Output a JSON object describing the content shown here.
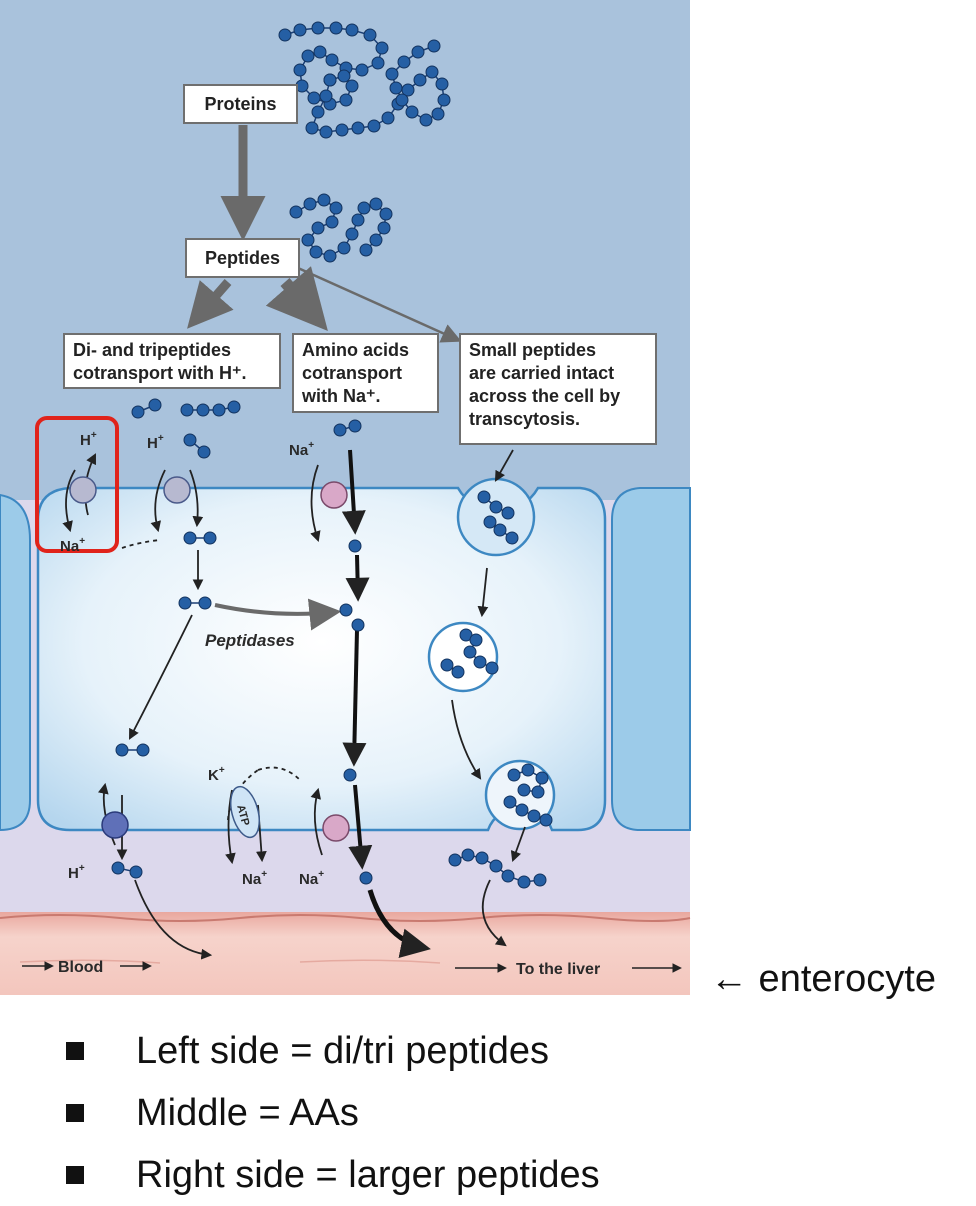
{
  "diagram": {
    "labels": {
      "proteins": "Proteins",
      "peptides": "Peptides",
      "dipeptides_box": [
        "Di- and tripeptides",
        "cotransport with H⁺."
      ],
      "amino_box": [
        "Amino acids",
        "cotransport",
        "with Na⁺."
      ],
      "small_box": [
        "Small peptides",
        "are carried intact",
        "across the cell by",
        "transcytosis."
      ],
      "peptidases": "Peptidases",
      "atp": "ATP",
      "blood": "Blood",
      "liver": "To the liver",
      "h": "H",
      "na": "Na",
      "k": "K",
      "plus": "+"
    },
    "colors": {
      "lumen": "#a9c2dc",
      "cell": "#cfe6f5",
      "cell_border": "#3d88c2",
      "interstitial": "#dcd8ec",
      "blood_vessel": "#f1c8c0",
      "amino_acid": "#255fa4",
      "cotransporter_gray": "#b7b9d0",
      "cotransporter_pink": "#d9a8c8",
      "cotransporter_blue": "#5f70b8",
      "highlight": "#e0231b"
    }
  },
  "annotation": "← enterocyte",
  "bullets": [
    "Left side = di/tri peptides",
    "Middle = AAs",
    "Right side = larger peptides"
  ]
}
